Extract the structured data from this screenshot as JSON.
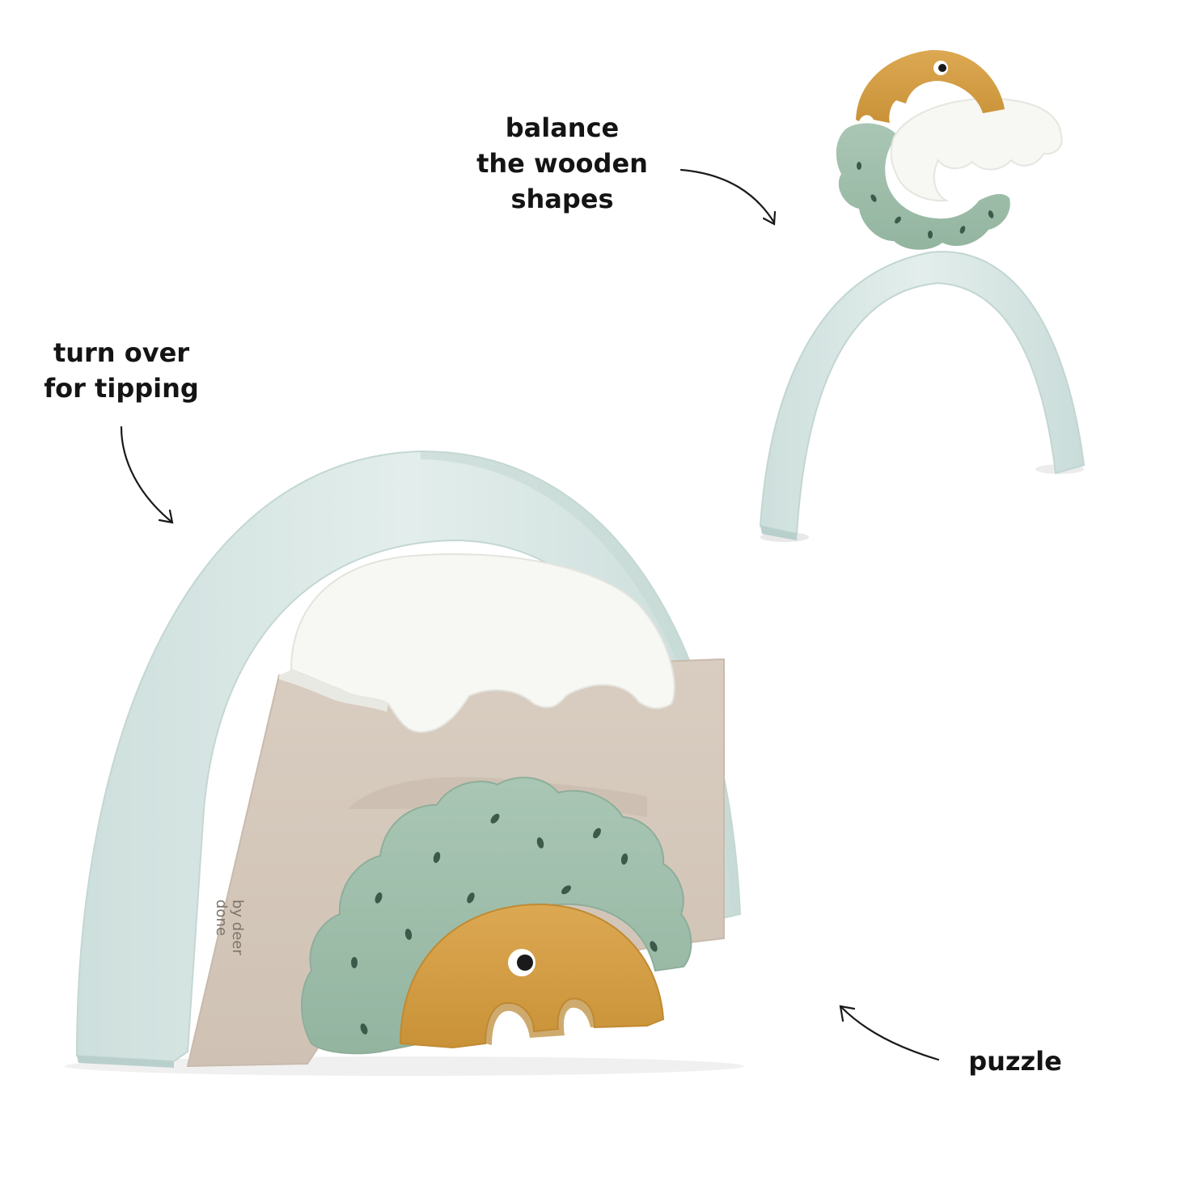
{
  "captions": {
    "balance": [
      "balance",
      "the wooden",
      "shapes"
    ],
    "turn_over": [
      "turn over",
      "for tipping"
    ],
    "puzzle": "puzzle"
  },
  "brand_mark": [
    "done",
    "by deer"
  ],
  "colors": {
    "background": "#ffffff",
    "text": "#141414",
    "rainbow_mint": "#d6e5e3",
    "mountain_beige": "#d8ccbf",
    "snow_white": "#f6f6f2",
    "bush_green": "#9fbfac",
    "dino_mustard": "#d7a24a",
    "dot_dark": "#3c5a4a"
  }
}
